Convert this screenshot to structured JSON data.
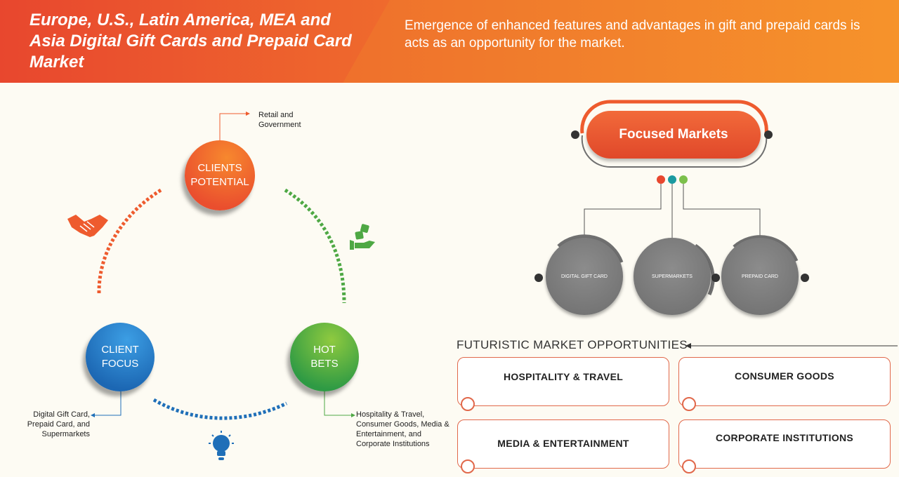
{
  "header": {
    "title": "Europe, U.S., Latin America, MEA and Asia Digital Gift Cards and Prepaid Card Market",
    "subtitle": "Emergence of enhanced features and advantages in gift and prepaid cards is acts as an opportunity for the market."
  },
  "cycle": {
    "potential": {
      "label": "CLIENTS POTENTIAL",
      "note": "Retail and Government"
    },
    "focus": {
      "label": "CLIENT FOCUS",
      "note": "Digital Gift Card, Prepaid Card, and Supermarkets"
    },
    "hot": {
      "label": "HOT BETS",
      "note": "Hospitality & Travel, Consumer Goods, Media & Entertainment, and Corporate Institutions"
    },
    "icons": [
      "handshake-icon",
      "cash-dice-icon",
      "lightbulb-icon"
    ]
  },
  "focused_markets": {
    "title": "Focused Markets",
    "items": [
      "DIGITAL GIFT CARD",
      "SUPERMARKETS",
      "PREPAID CARD"
    ],
    "colors": {
      "orange": "#ee5b2e",
      "gray": "#707070",
      "dots": [
        "#e8472e",
        "#1b9aa0",
        "#7cc04b"
      ]
    }
  },
  "opportunities": {
    "title": "FUTURISTIC MARKET OPPORTUNITIES",
    "items": [
      "HOSPITALITY & TRAVEL",
      "CONSUMER GOODS",
      "MEDIA & ENTERTAINMENT",
      "CORPORATE INSTITUTIONS"
    ]
  }
}
